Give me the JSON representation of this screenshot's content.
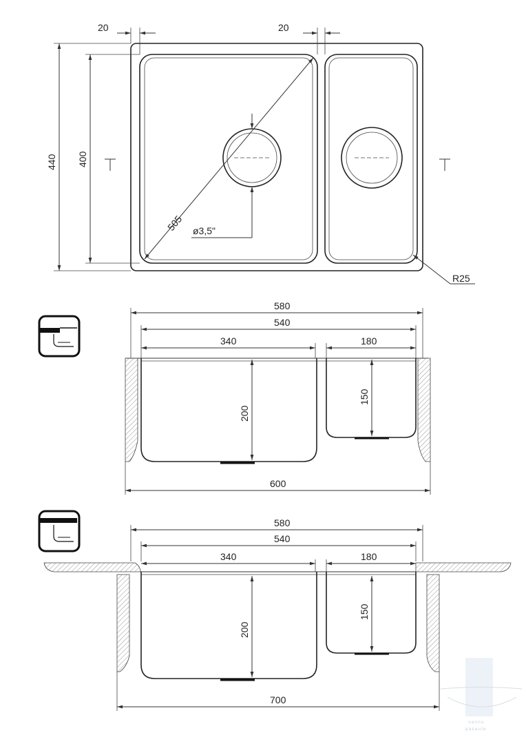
{
  "top_view": {
    "dims": {
      "rim_left": "20",
      "rim_mid": "20",
      "height_outer": "440",
      "height_inner": "400",
      "diagonal": "505",
      "drain": "ø3,5\"",
      "radius": "R25"
    }
  },
  "section_undermount": {
    "dims": {
      "overall_580": "580",
      "inner_540": "540",
      "bowl_large": "340",
      "bowl_small": "180",
      "depth_large": "200",
      "depth_small": "150",
      "cabinet": "600"
    }
  },
  "section_flush": {
    "dims": {
      "overall_580": "580",
      "inner_540": "540",
      "bowl_large": "340",
      "bowl_small": "180",
      "depth_large": "200",
      "depth_small": "150",
      "cabinet": "700"
    }
  },
  "watermark": {
    "text_1": "vannu",
    "text_2": "pasaule"
  }
}
